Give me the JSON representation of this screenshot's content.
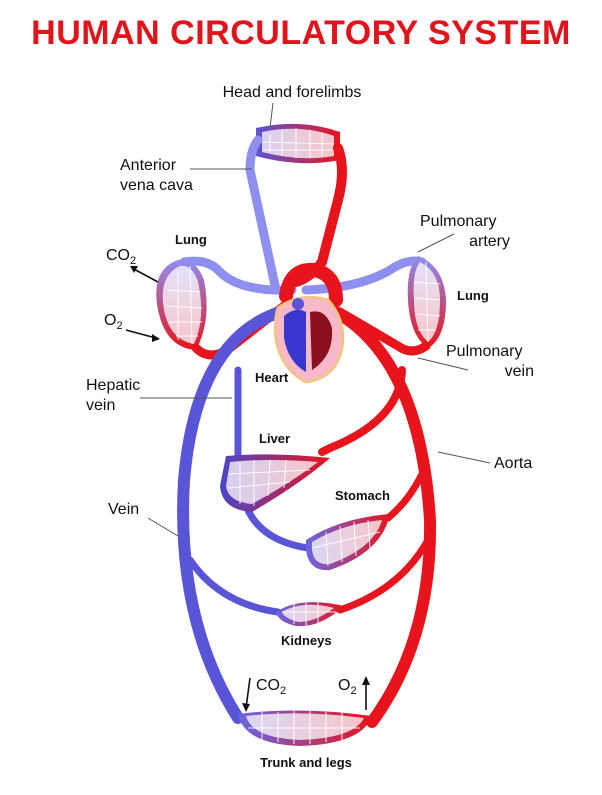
{
  "title": "HUMAN CIRCULATORY SYSTEM",
  "colors": {
    "title": "#e0141b",
    "oxygenated": "#e8141c",
    "deoxygenated": "#5a55d6",
    "pulmonary_artery": "#8f8ff0"
  },
  "labels": {
    "head_and_forelimbs": "Head and forelimbs",
    "anterior_vena_cava_line1": "Anterior",
    "anterior_vena_cava_line2": "vena cava",
    "pulmonary_artery_line1": "Pulmonary",
    "pulmonary_artery_line2": "artery",
    "lung_left": "Lung",
    "lung_right": "Lung",
    "co2_left": "CO",
    "co2_left_sub": "2",
    "o2_left": "O",
    "o2_left_sub": "2",
    "pulmonary_vein_line1": "Pulmonary",
    "pulmonary_vein_line2": "vein",
    "heart": "Heart",
    "hepatic_vein_line1": "Hepatic",
    "hepatic_vein_line2": "vein",
    "liver": "Liver",
    "aorta": "Aorta",
    "stomach": "Stomach",
    "vein": "Vein",
    "kidneys": "Kidneys",
    "co2_bottom": "CO",
    "co2_bottom_sub": "2",
    "o2_bottom": "O",
    "o2_bottom_sub": "2",
    "trunk_and_legs": "Trunk and legs"
  }
}
